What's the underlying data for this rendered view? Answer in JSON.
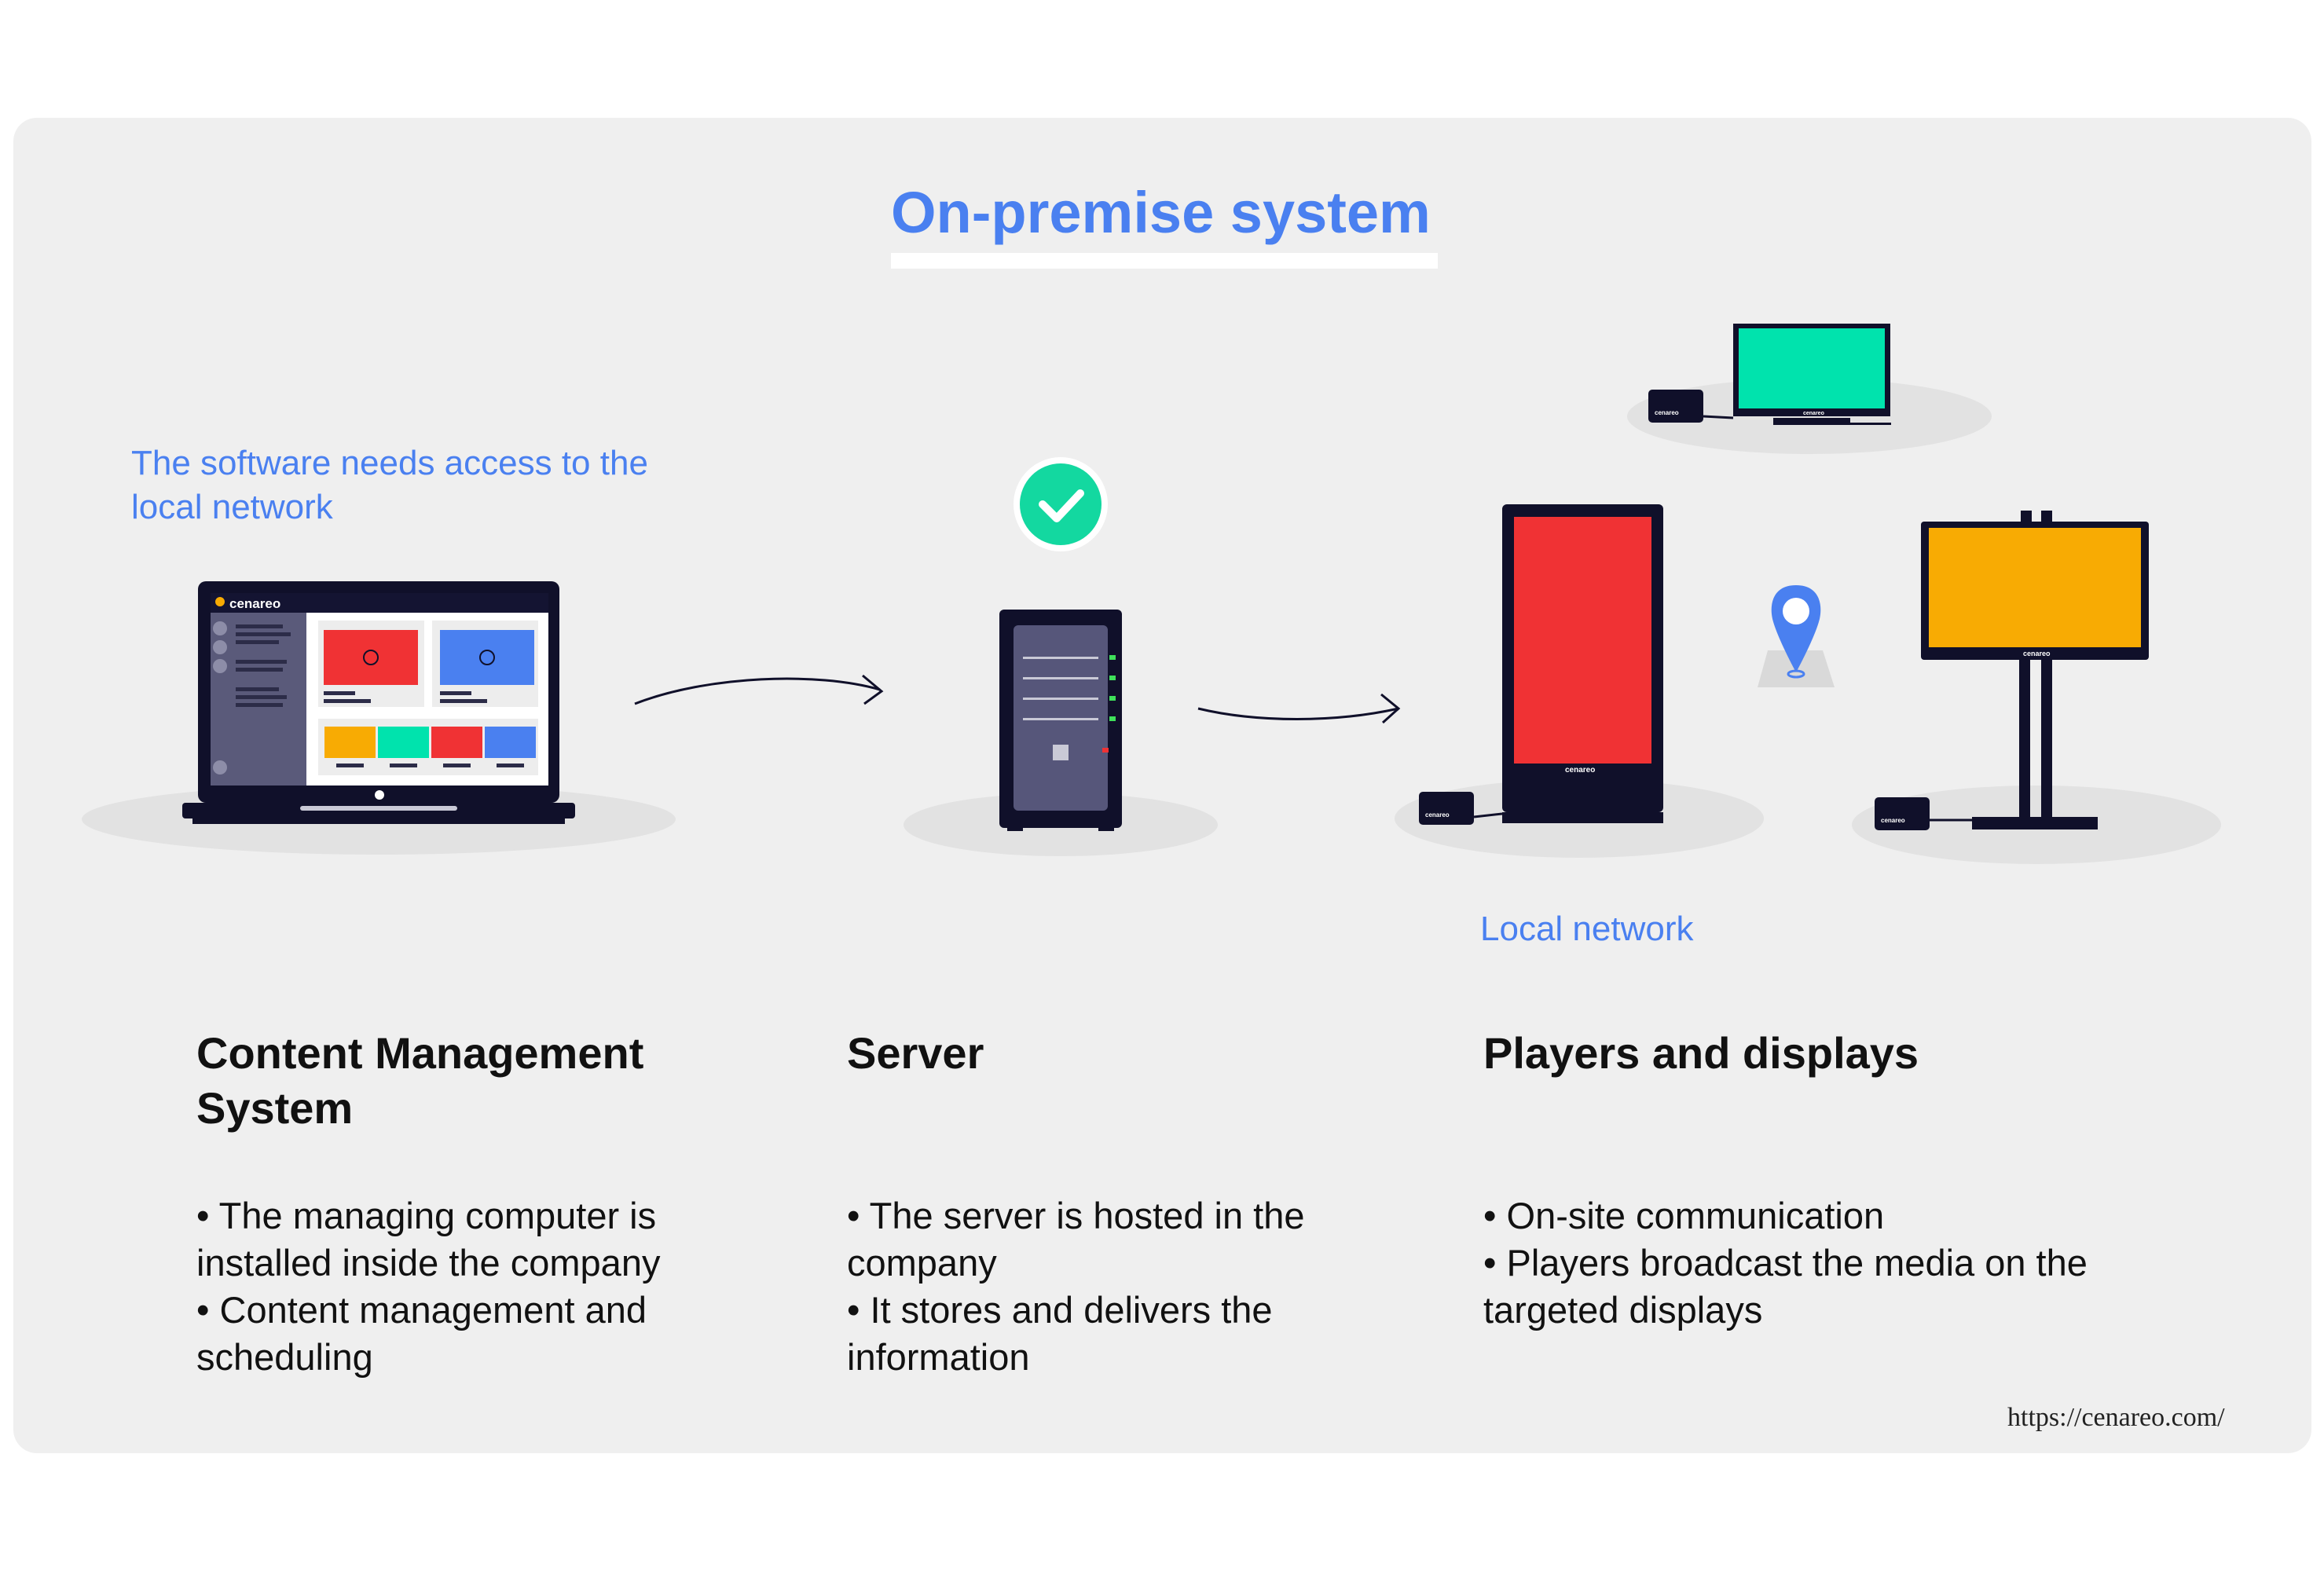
{
  "title": "On-premise system",
  "network_note": "The software needs access to the local network",
  "local_network_label": "Local network",
  "brand": "cenareo",
  "url": "https://cenareo.com/",
  "columns": [
    {
      "heading": "Content Management System",
      "bullets": [
        "• The managing computer is installed inside the company",
        "• Content management and scheduling"
      ]
    },
    {
      "heading": "Server",
      "bullets": [
        "• The server is hosted in the company",
        "• It stores and delivers the information"
      ]
    },
    {
      "heading": "Players and displays",
      "bullets": [
        "• On-site communication",
        "• Players broadcast the media on the targeted displays"
      ]
    }
  ],
  "colors": {
    "accent_blue": "#4a80f0",
    "check_green": "#13d8a0",
    "display_red": "#f03234",
    "display_teal": "#00e3ad",
    "display_orange": "#f8ab03",
    "dark_navy": "#10102a",
    "panel_gray": "#efefef"
  },
  "icons": [
    "laptop-icon",
    "server-tower-icon",
    "check-badge-icon",
    "kiosk-display-icon",
    "tv-display-icon",
    "easel-display-icon",
    "location-pin-icon",
    "media-player-icon",
    "arrow-icon"
  ]
}
